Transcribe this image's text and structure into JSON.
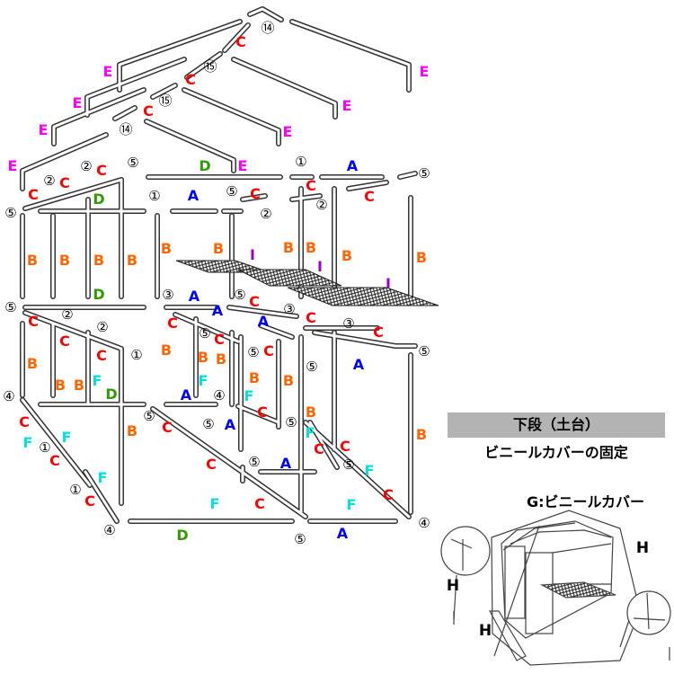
{
  "section": {
    "title": "下段（土台）",
    "subtitle": "ビニールカバーの固定",
    "cover_label": "G:ビニールカバー"
  },
  "part_labels": [
    {
      "text": "⑭",
      "type": "N"
    },
    {
      "text": "C",
      "type": "C"
    },
    {
      "text": "⑮",
      "type": "N"
    },
    {
      "text": "C",
      "type": "C"
    },
    {
      "text": "⑮",
      "type": "N"
    },
    {
      "text": "C",
      "type": "C"
    },
    {
      "text": "⑭",
      "type": "N"
    },
    {
      "text": "E",
      "type": "E"
    },
    {
      "text": "E",
      "type": "E"
    },
    {
      "text": "E",
      "type": "E"
    },
    {
      "text": "E",
      "type": "E"
    },
    {
      "text": "E",
      "type": "E"
    },
    {
      "text": "E",
      "type": "E"
    },
    {
      "text": "E",
      "type": "E"
    },
    {
      "text": "E",
      "type": "E"
    },
    {
      "text": "D",
      "type": "D"
    },
    {
      "text": "①",
      "type": "N"
    },
    {
      "text": "A",
      "type": "A"
    },
    {
      "text": "⑤",
      "type": "N"
    },
    {
      "text": "⑤",
      "type": "N"
    },
    {
      "text": "②",
      "type": "N"
    },
    {
      "text": "C",
      "type": "C"
    },
    {
      "text": "②",
      "type": "N"
    },
    {
      "text": "C",
      "type": "C"
    },
    {
      "text": "C",
      "type": "C"
    },
    {
      "text": "⑤",
      "type": "N"
    },
    {
      "text": "D",
      "type": "D"
    },
    {
      "text": "①",
      "type": "N"
    },
    {
      "text": "A",
      "type": "A"
    },
    {
      "text": "⑤",
      "type": "N"
    },
    {
      "text": "C",
      "type": "C"
    },
    {
      "text": "②",
      "type": "N"
    },
    {
      "text": "C",
      "type": "C"
    },
    {
      "text": "②",
      "type": "N"
    },
    {
      "text": "C",
      "type": "C"
    },
    {
      "text": "B",
      "type": "B"
    },
    {
      "text": "B",
      "type": "B"
    },
    {
      "text": "B",
      "type": "B"
    },
    {
      "text": "B",
      "type": "B"
    },
    {
      "text": "B",
      "type": "B"
    },
    {
      "text": "B",
      "type": "B"
    },
    {
      "text": "I",
      "type": "I"
    },
    {
      "text": "B",
      "type": "B"
    },
    {
      "text": "B",
      "type": "B"
    },
    {
      "text": "B",
      "type": "B"
    },
    {
      "text": "I",
      "type": "I"
    },
    {
      "text": "B",
      "type": "B"
    },
    {
      "text": "I",
      "type": "I"
    },
    {
      "text": "D",
      "type": "D"
    },
    {
      "text": "③",
      "type": "N"
    },
    {
      "text": "A",
      "type": "A"
    },
    {
      "text": "⑤",
      "type": "N"
    },
    {
      "text": "C",
      "type": "C"
    },
    {
      "text": "A",
      "type": "A"
    },
    {
      "text": "⑤",
      "type": "N"
    },
    {
      "text": "C",
      "type": "C"
    },
    {
      "text": "②",
      "type": "N"
    },
    {
      "text": "C",
      "type": "C"
    },
    {
      "text": "②",
      "type": "N"
    },
    {
      "text": "C",
      "type": "C"
    },
    {
      "text": "①",
      "type": "N"
    },
    {
      "text": "A",
      "type": "A"
    },
    {
      "text": "③",
      "type": "N"
    },
    {
      "text": "C",
      "type": "C"
    },
    {
      "text": "③",
      "type": "N"
    },
    {
      "text": "C",
      "type": "C"
    },
    {
      "text": "⑤",
      "type": "N"
    },
    {
      "text": "C",
      "type": "C"
    },
    {
      "text": "⑤",
      "type": "N"
    },
    {
      "text": "C",
      "type": "C"
    },
    {
      "text": "⑤",
      "type": "N"
    },
    {
      "text": "C",
      "type": "C"
    },
    {
      "text": "⑤",
      "type": "N"
    },
    {
      "text": "A",
      "type": "A"
    },
    {
      "text": "B",
      "type": "B"
    },
    {
      "text": "B",
      "type": "B"
    },
    {
      "text": "B",
      "type": "B"
    },
    {
      "text": "B",
      "type": "B"
    },
    {
      "text": "B",
      "type": "B"
    },
    {
      "text": "B",
      "type": "B"
    },
    {
      "text": "B",
      "type": "B"
    },
    {
      "text": "F",
      "type": "F"
    },
    {
      "text": "D",
      "type": "D"
    },
    {
      "text": "④",
      "type": "N"
    },
    {
      "text": "B",
      "type": "B"
    },
    {
      "text": "A",
      "type": "A"
    },
    {
      "text": "F",
      "type": "F"
    },
    {
      "text": "④",
      "type": "N"
    },
    {
      "text": "F",
      "type": "F"
    },
    {
      "text": "C",
      "type": "C"
    },
    {
      "text": "B",
      "type": "B"
    },
    {
      "text": "⑤",
      "type": "N"
    },
    {
      "text": "C",
      "type": "C"
    },
    {
      "text": "⑤",
      "type": "N"
    },
    {
      "text": "A",
      "type": "A"
    },
    {
      "text": "⑤",
      "type": "N"
    },
    {
      "text": "B",
      "type": "B"
    },
    {
      "text": "B",
      "type": "B"
    },
    {
      "text": "F",
      "type": "F"
    },
    {
      "text": "C",
      "type": "C"
    },
    {
      "text": "C",
      "type": "C"
    },
    {
      "text": "F",
      "type": "F"
    },
    {
      "text": "①",
      "type": "N"
    },
    {
      "text": "F",
      "type": "F"
    },
    {
      "text": "C",
      "type": "C"
    },
    {
      "text": "⑤",
      "type": "N"
    },
    {
      "text": "A",
      "type": "A"
    },
    {
      "text": "⑤",
      "type": "N"
    },
    {
      "text": "F",
      "type": "F"
    },
    {
      "text": "C",
      "type": "C"
    },
    {
      "text": "C",
      "type": "C"
    },
    {
      "text": "F",
      "type": "F"
    },
    {
      "text": "①",
      "type": "N"
    },
    {
      "text": "C",
      "type": "C"
    },
    {
      "text": "C",
      "type": "C"
    },
    {
      "text": "F",
      "type": "F"
    },
    {
      "text": "F",
      "type": "F"
    },
    {
      "text": "C",
      "type": "C"
    },
    {
      "text": "④",
      "type": "N"
    },
    {
      "text": "D",
      "type": "D"
    },
    {
      "text": "⑤",
      "type": "N"
    },
    {
      "text": "A",
      "type": "A"
    },
    {
      "text": "④",
      "type": "N"
    },
    {
      "text": "H",
      "type": "H"
    },
    {
      "text": "H",
      "type": "H"
    },
    {
      "text": "H",
      "type": "H"
    }
  ]
}
